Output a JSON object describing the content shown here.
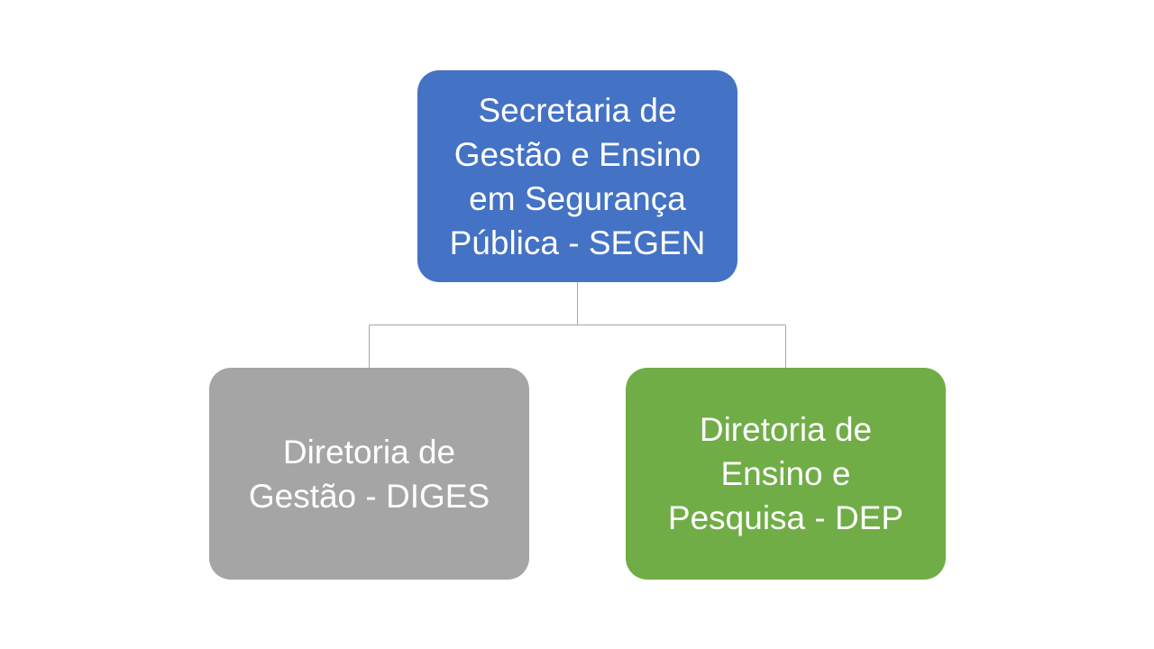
{
  "org_chart": {
    "root": {
      "label": "Secretaria de\nGestão e Ensino\nem Segurança\nPública - SEGEN",
      "color": "#4472C4"
    },
    "children": [
      {
        "label": "Diretoria de\nGestão - DIGES",
        "color": "#A5A5A5"
      },
      {
        "label": "Diretoria de\nEnsino e\nPesquisa - DEP",
        "color": "#70AD47"
      }
    ],
    "connector_color": "#A6A6A6"
  }
}
